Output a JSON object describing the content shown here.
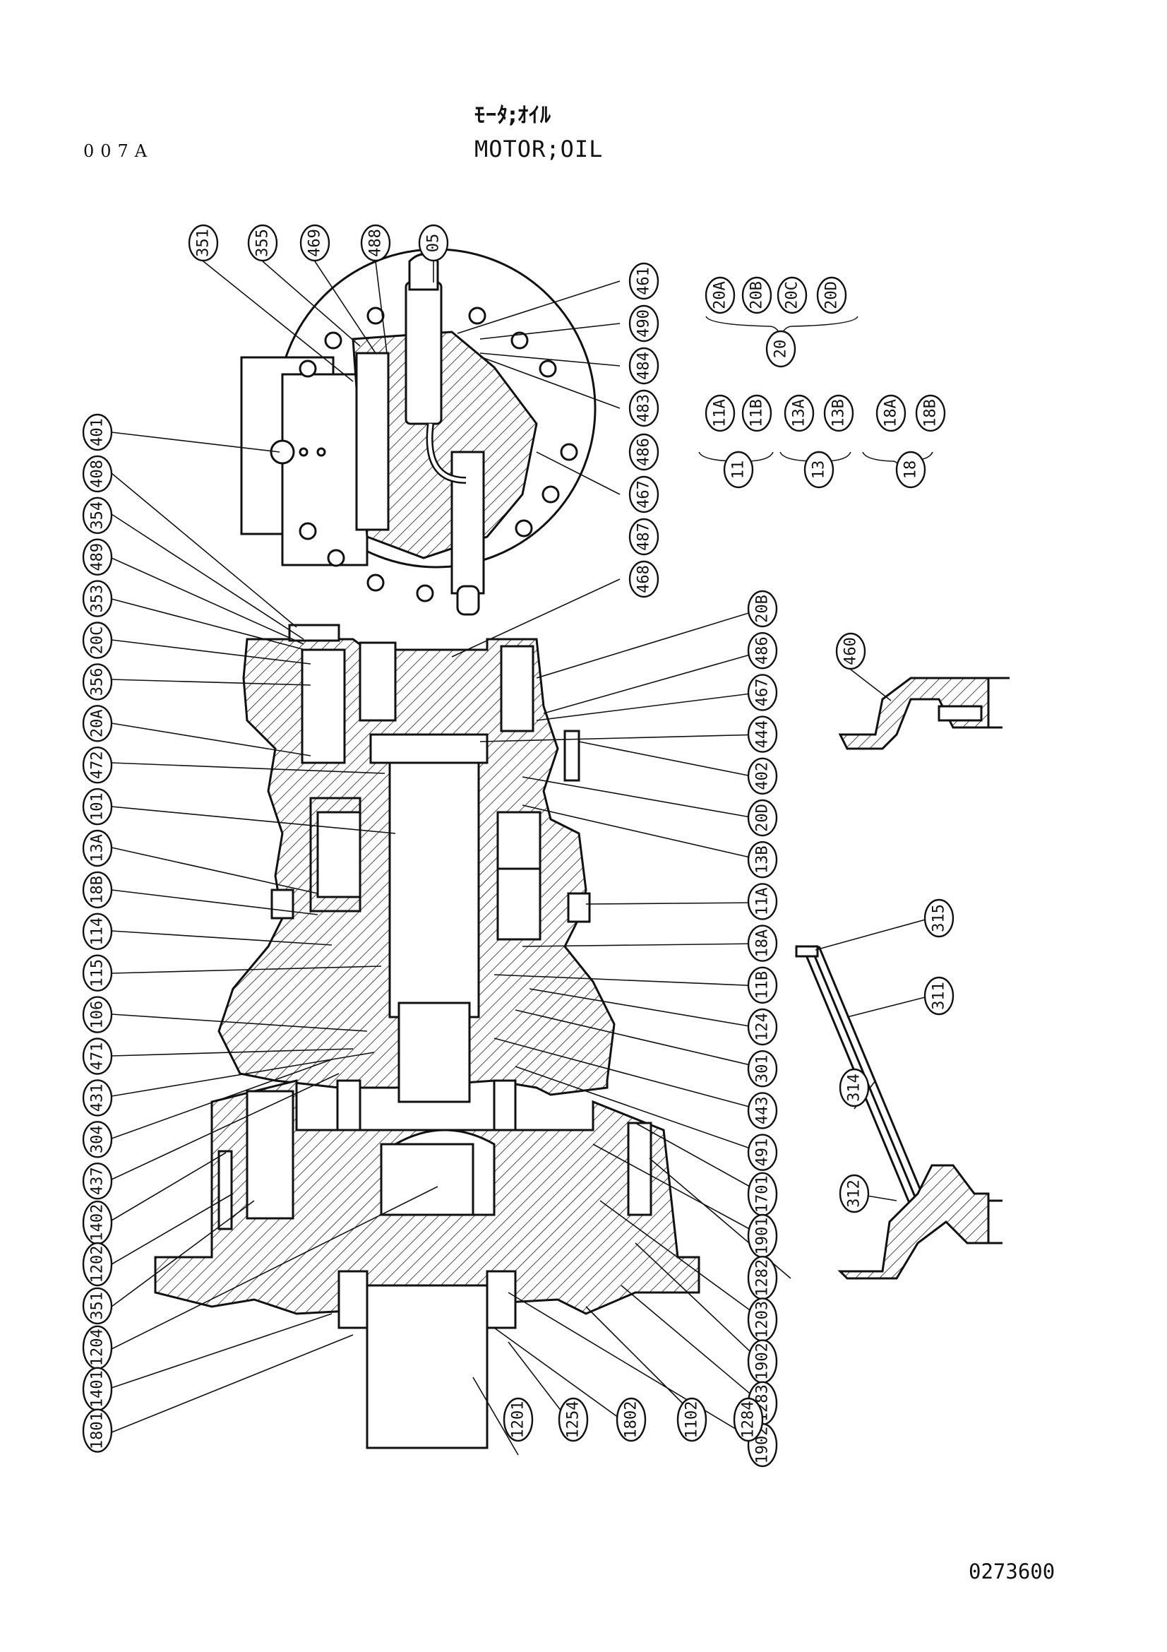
{
  "header": {
    "title_jp": "ﾓｰﾀ;ｵｲﾙ",
    "title_en": "MOTOR;OIL",
    "page_code": "007A"
  },
  "footer": {
    "doc_number": "0273600"
  },
  "callouts": {
    "top": [
      "351",
      "355",
      "469",
      "488",
      "05"
    ],
    "upper_right": [
      "461",
      "490",
      "484",
      "483",
      "486",
      "467",
      "487",
      "468"
    ],
    "group_20": [
      "20A",
      "20B",
      "20C",
      "20D",
      "20"
    ],
    "group_11": [
      "11A",
      "11B",
      "11"
    ],
    "group_13": [
      "13A",
      "13B",
      "13"
    ],
    "group_18": [
      "18A",
      "18B",
      "18"
    ],
    "left": [
      "401",
      "408",
      "354",
      "489",
      "353",
      "20C",
      "356",
      "20A",
      "472",
      "101",
      "13A",
      "18B",
      "114",
      "115",
      "106",
      "471",
      "431",
      "304",
      "437",
      "1402",
      "1202",
      "351",
      "1204",
      "1401",
      "1801"
    ],
    "right": [
      "20B",
      "486",
      "467",
      "444",
      "402",
      "20D",
      "13B",
      "11A",
      "18A",
      "11B",
      "124",
      "301",
      "443",
      "491",
      "1701",
      "1901",
      "1282",
      "1203",
      "1902",
      "1283",
      "1902"
    ],
    "bottom": [
      "1201",
      "1254",
      "1802",
      "1102",
      "1284"
    ],
    "detail_a": [
      "460"
    ],
    "detail_b": [
      "315",
      "311",
      "314",
      "312"
    ]
  }
}
